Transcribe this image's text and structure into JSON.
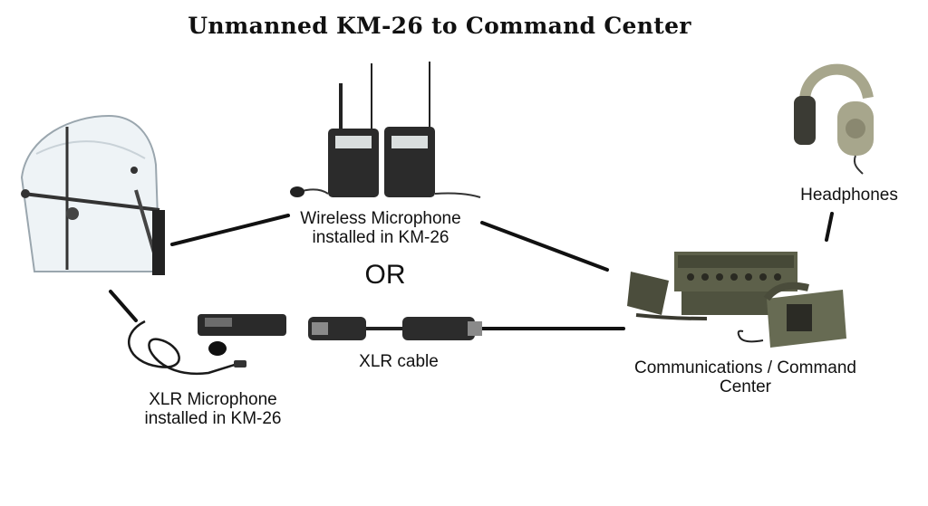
{
  "title": "Unmanned KM-26 to Command Center",
  "labels": {
    "wireless_line1": "Wireless Microphone",
    "wireless_line2": "installed in KM-26",
    "or": "OR",
    "xlr_cable": "XLR cable",
    "xlr_mic_line1": "XLR Microphone",
    "xlr_mic_line2": "installed in KM-26",
    "headphones": "Headphones",
    "comms_line1": "Communications / Command",
    "comms_line2": "Center"
  },
  "icons": {
    "km26": "parabolic-dish-microphone-icon",
    "wireless": "wireless-transmitter-receiver-icon",
    "xlr_mic": "lavalier-xlr-microphone-icon",
    "cable": "xlr-cable-icon",
    "headphones": "headphones-icon",
    "comms": "communications-console-icon"
  },
  "colors": {
    "line": "#111111",
    "device_dark": "#2b2b2b",
    "device_green": "#5d604a",
    "headphone_khaki": "#a7a68c"
  }
}
